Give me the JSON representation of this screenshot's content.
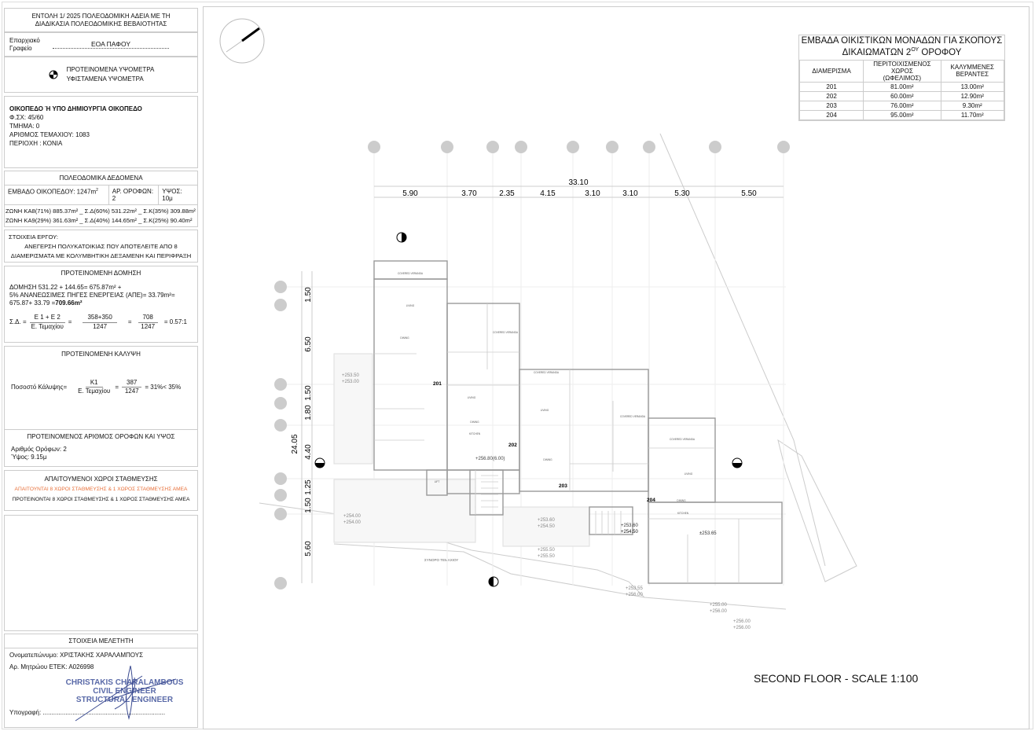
{
  "header": {
    "line1": "ΕΝΤΟΛΗ 1/ 2025  ΠΟΛΕΟΔΟΜΙΚΗ ΑΔΕΙΑ ΜΕ ΤΗ",
    "line2": "ΔΙΑΔΙΚΑΣΙΑ ΠΟΛΕΟΔΟΜΙΚΗΣ ΒΕΒΑΙΟΤΗΤΑΣ"
  },
  "office": {
    "label1": "Επαρχιακό",
    "label2": "Γραφείο",
    "value": "ΕΟΑ ΠΑΦΟΥ"
  },
  "legend": {
    "proposed": "ΠΡΟΤΕΙΝΟΜΕΝΑ ΥΨΟΜΕΤΡΑ",
    "existing": "ΥΦΙΣΤΑΜΕΝΑ ΥΨΟΜΕΤΡΑ"
  },
  "plot": {
    "title": "ΟΙΚΟΠΕΔΟ Ή ΥΠΟ ΔΗΜΙΟΥΡΓΙΑ ΟΙΚΟΠΕΔΟ",
    "sheet": "Φ.ΣΧ: 45/60",
    "section": "ΤΜΗΜΑ: 0",
    "parcel": "ΑΡΙΘΜΟΣ ΤΕΜΑΧΙΟΥ: 1083",
    "area": "ΠΕΡΙΟΧΗ : ΚΟΝΙΑ"
  },
  "planning": {
    "title": "ΠΟΛΕΟΔΟΜΙΚΑ ΔΕΔΟΜΕΝΑ",
    "plot_area": "ΕΜΒΑΔΟ ΟΙΚΟΠΕΔΟΥ: 1247m",
    "floors": "ΑΡ. ΟΡΟΦΩΝ: 2",
    "height": "ΥΨΟΣ: 10μ",
    "zone1": "ΖΩΝΗ ΚΑ8(71%) 885.37m² _ Σ.Δ(60%) 531.22m² _ Σ.Κ(35%) 309.88m²",
    "zone2": "ΖΩΝΗ ΚΑ9(29%) 361.63m² _ Σ.Δ(40%) 144.65m² _ Σ.Κ(25%) 90.40m²"
  },
  "project": {
    "title": "ΣΤΟΙΧΕΙΑ ΕΡΓΟΥ:",
    "line1": "ΑΝΕΓΕΡΣΗ ΠΟΛΥΚΑΤΟΙΚΙΑΣ ΠΟΥ ΑΠΟΤΕΛΕΙΤΕ ΑΠΟ 8",
    "line2": "ΔΙΑΜΕΡΙΣΜΑΤΑ ΜΕ ΚΟΛΥΜΒΗΤΙΚΗ ΔΕΞΑΜΕΝΗ ΚΑΙ ΠΕΡΙΦΡΑΞΗ"
  },
  "building": {
    "title": "ΠΡΟΤΕΙΝΟΜΕΝΗ ΔΟΜΗΣΗ",
    "line1": "ΔΟΜΗΣΗ 531.22 + 144.65= 675.87m² +",
    "line2": "5% ΑΝΑΝΕΩΣΙΜΕΣ ΠΗΓΕΣ ΕΝΕΡΓΕΙΑΣ (ΑΠΕ)= 33.79m²=",
    "line3": "675.87+ 33.79 =",
    "total": "709.66m²",
    "sd": "Σ.Δ. =",
    "f1n": "Ε 1 + Ε 2",
    "f1d": "Ε. Τεμαχίου",
    "f2n": "358+350",
    "f2d": "1247",
    "f3n": "708",
    "f3d": "1247",
    "eq": "=",
    "result": "= 0.57:1"
  },
  "coverage": {
    "title": "ΠΡΟΤΕΙΝΟΜΕΝΗ ΚΑΛΥΨΗ",
    "label": "Ποσοστό Κάλυψης=",
    "f1n": "Κ1",
    "f1d": "Ε. Τεμαχίου",
    "f2n": "387",
    "f2d": "1247",
    "eq": "=",
    "result": "= 31%< 35%"
  },
  "floors": {
    "title": "ΠΡΟΤΕΙΝΟΜΕΝΟΣ ΑΡΙΘΜΟΣ ΟΡΟΦΩΝ ΚΑΙ ΥΨΟΣ",
    "count": "Αριθμός Ορόφων:  2",
    "height": "Ύψος:  9.15μ"
  },
  "parking": {
    "title": "ΑΠΑΙΤΟΥΜΕΝΟΙ ΧΩΡΟΙ ΣΤΑΘΜΕΥΣΗΣ",
    "required": "ΑΠΑΙΤΟΥΝΤΑΙ 8 ΧΩΡΟΙ ΣΤΑΘΜΕΥΣΗΣ & 1 ΧΩΡΟΣ ΣΤΑΘΜΕΥΣΗΣ ΑΜΕΑ",
    "proposed": "ΠΡΟΤΕΙΝΟΝΤΑΙ 8 ΧΩΡΟΙ ΣΤΑΘΜΕΥΣΗΣ & 1 ΧΩΡΟΣ ΣΤΑΘΜΕΥΣΗΣ ΑΜΕΑ",
    "required_color": "#e8703a"
  },
  "engineer": {
    "title": "ΣΤΟΙΧΕΙΑ ΜΕΛΕΤΗΤΗ",
    "name": "Ονοματεπώνυμο: ΧΡΙΣΤΑΚΗΣ ΧΑΡΑΛΑΜΠΟΥΣ",
    "reg": "Αρ. Μητρώου ΕΤΕΚ: Α026998",
    "stamp1": "CHRISTAKIS CHARALAMBOUS",
    "stamp2": "CIVIL ENGINEER",
    "stamp3": "STRUCTURAL ENGINEER",
    "signature": "Υπογραφή: ......................................................................",
    "stamp_color": "#5a6aa8"
  },
  "areas": {
    "title1": "ΕΜΒΑΔΑ ΟΙΚΙΣΤΙΚΩΝ ΜΟΝΑΔΩΝ ΓΙΑ ΣΚΟΠΟΥΣ",
    "title2": "ΔΙΚΑΙΩΜΑΤΩΝ 2",
    "title2_sup": "ΟΥ",
    "title2_end": " ΟΡΟΦΟΥ",
    "headers": [
      "ΔΙΑΜΕΡΙΣΜΑ",
      "ΠΕΡΙΤΟΙΧΙΣΜΕΝΟΣ ΧΩΡΟΣ (ΩΦΕΛΙΜΟΣ)",
      "ΚΑΛΥΜΜΕΝΕΣ ΒΕΡΑΝΤΕΣ"
    ],
    "rows": [
      [
        "201",
        "81.00m²",
        "13.00m²"
      ],
      [
        "202",
        "60.00m²",
        "12.90m²"
      ],
      [
        "203",
        "76.00m²",
        "9.30m²"
      ],
      [
        "204",
        "95.00m²",
        "11.70m²"
      ]
    ]
  },
  "plan": {
    "title": "SECOND FLOOR - SCALE 1:100",
    "total_width": "33.10",
    "top_dims": [
      "5.90",
      "3.70",
      "2.35",
      "4.15",
      "3.10",
      "3.10",
      "5.30",
      "5.50"
    ],
    "total_depth": "24.05",
    "left_dims": [
      "1.50",
      "6.50",
      "1.50",
      "1.80",
      "4.40",
      "1.25",
      "1.50",
      "5.60"
    ],
    "units": [
      "201",
      "202",
      "203",
      "204"
    ],
    "rooms": {
      "veranda": "COVERED VERANDA",
      "living": "LIVING",
      "dining": "DINING",
      "kitchen": "KITCHEN",
      "lift": "LIFT"
    },
    "levels": [
      "+253.50",
      "+253.00",
      "+254.00",
      "+254.00",
      "+256.80(6.00)",
      "+253.60",
      "+254.50",
      "+255.50",
      "+255.50",
      "+253.60",
      "+254.50",
      "±253.65",
      "+253.55",
      "+256.00",
      "+255.00",
      "+256.00",
      "+256.00",
      "+256.00"
    ],
    "boundary": "ΣΥΝΟΡΟ ΤΕΜΑΧΙΟΥ"
  }
}
